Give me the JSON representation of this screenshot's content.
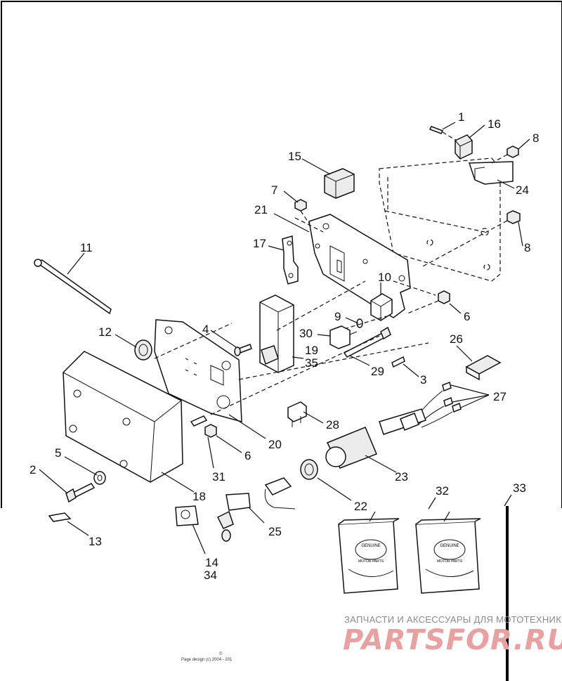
{
  "diagram": {
    "callouts": [
      "1",
      "16",
      "8",
      "15",
      "7",
      "24",
      "21",
      "17",
      "8",
      "11",
      "10",
      "9",
      "6",
      "12",
      "4",
      "30",
      "19",
      "35",
      "26",
      "29",
      "3",
      "27",
      "28",
      "20",
      "5",
      "31",
      "6",
      "23",
      "2",
      "18",
      "22",
      "13",
      "25",
      "14",
      "34",
      "32",
      "33"
    ]
  },
  "packages": {
    "brand_top": "GENUINE",
    "brand_bottom": "MOTOR PARTS"
  },
  "watermark": {
    "tagline": "ЗАПЧАСТИ И АКСЕССУАРЫ ДЛЯ МОТОТЕХНИКИ",
    "logo": "PARTSFOR.RU"
  },
  "credit": {
    "text": "Page design (c) 2004 - 201",
    "mark": "©"
  },
  "colors": {
    "ink": "#111111",
    "watermark_logo": "#e8a0a0",
    "watermark_text": "#8a8a8a"
  }
}
